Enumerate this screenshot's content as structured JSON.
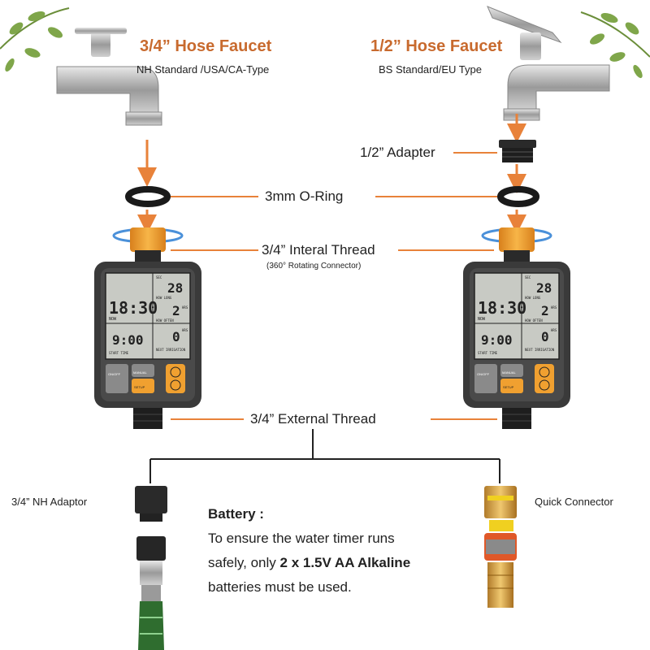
{
  "left_faucet": {
    "title": "3/4” Hose Faucet",
    "subtitle": "NH Standard /USA/CA-Type"
  },
  "right_faucet": {
    "title": "1/2” Hose Faucet",
    "subtitle": "BS Standard/EU Type"
  },
  "labels": {
    "adapter": "1/2” Adapter",
    "oring": "3mm O-Ring",
    "internal_thread": "3/4” Interal Thread",
    "rotating": "(360° Rotating Connector)",
    "external_thread": "3/4” External Thread",
    "nh_adaptor": "3/4” NH Adaptor",
    "quick_connector": "Quick Connector"
  },
  "battery": {
    "heading": "Battery :",
    "line1": "To ensure the water timer runs",
    "line2_prefix": "safely, only ",
    "line2_bold": "2 x 1.5V AA Alkaline",
    "line3": "batteries must be used."
  },
  "timer_display": {
    "time": "18:30",
    "now_label": "NOW",
    "how_long_value": "28",
    "how_long_unit": "SEC",
    "how_long_label": "HOW LONG",
    "how_often_value": "2",
    "how_often_unit": "HRS",
    "how_often_label": "HOW OFTEN",
    "start_time": "9:00",
    "start_label": "START TIME",
    "next_value": "0",
    "next_unit": "HRS",
    "next_label": "NEXT IRRIGATION",
    "btn_off": "ON/OFF",
    "btn_manual": "MANUAL",
    "btn_setup": "SETUP"
  },
  "colors": {
    "accent": "#c86a2e",
    "arrow": "#e8823a",
    "orange_part": "#f0a030",
    "body": "#3a3a3a",
    "ring": "#4a90d9"
  }
}
